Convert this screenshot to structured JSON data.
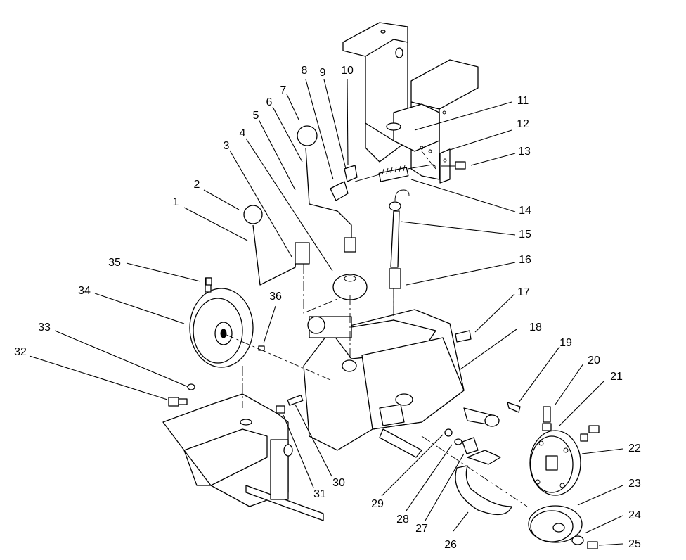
{
  "callouts": [
    {
      "id": "1",
      "label": "1"
    },
    {
      "id": "2",
      "label": "2"
    },
    {
      "id": "3",
      "label": "3"
    },
    {
      "id": "4",
      "label": "4"
    },
    {
      "id": "5",
      "label": "5"
    },
    {
      "id": "6",
      "label": "6"
    },
    {
      "id": "7",
      "label": "7"
    },
    {
      "id": "8",
      "label": "8"
    },
    {
      "id": "9",
      "label": "9"
    },
    {
      "id": "10",
      "label": "10"
    },
    {
      "id": "11",
      "label": "11"
    },
    {
      "id": "12",
      "label": "12"
    },
    {
      "id": "13",
      "label": "13"
    },
    {
      "id": "14",
      "label": "14"
    },
    {
      "id": "15",
      "label": "15"
    },
    {
      "id": "16",
      "label": "16"
    },
    {
      "id": "17",
      "label": "17"
    },
    {
      "id": "18",
      "label": "18"
    },
    {
      "id": "19",
      "label": "19"
    },
    {
      "id": "20",
      "label": "20"
    },
    {
      "id": "21",
      "label": "21"
    },
    {
      "id": "22",
      "label": "22"
    },
    {
      "id": "23",
      "label": "23"
    },
    {
      "id": "24",
      "label": "24"
    },
    {
      "id": "25",
      "label": "25"
    },
    {
      "id": "26",
      "label": "26"
    },
    {
      "id": "27",
      "label": "27"
    },
    {
      "id": "28",
      "label": "28"
    },
    {
      "id": "29",
      "label": "29"
    },
    {
      "id": "30",
      "label": "30"
    },
    {
      "id": "31",
      "label": "31"
    },
    {
      "id": "32",
      "label": "32"
    },
    {
      "id": "33",
      "label": "33"
    },
    {
      "id": "34",
      "label": "34"
    },
    {
      "id": "35",
      "label": "35"
    },
    {
      "id": "36",
      "label": "36"
    }
  ]
}
